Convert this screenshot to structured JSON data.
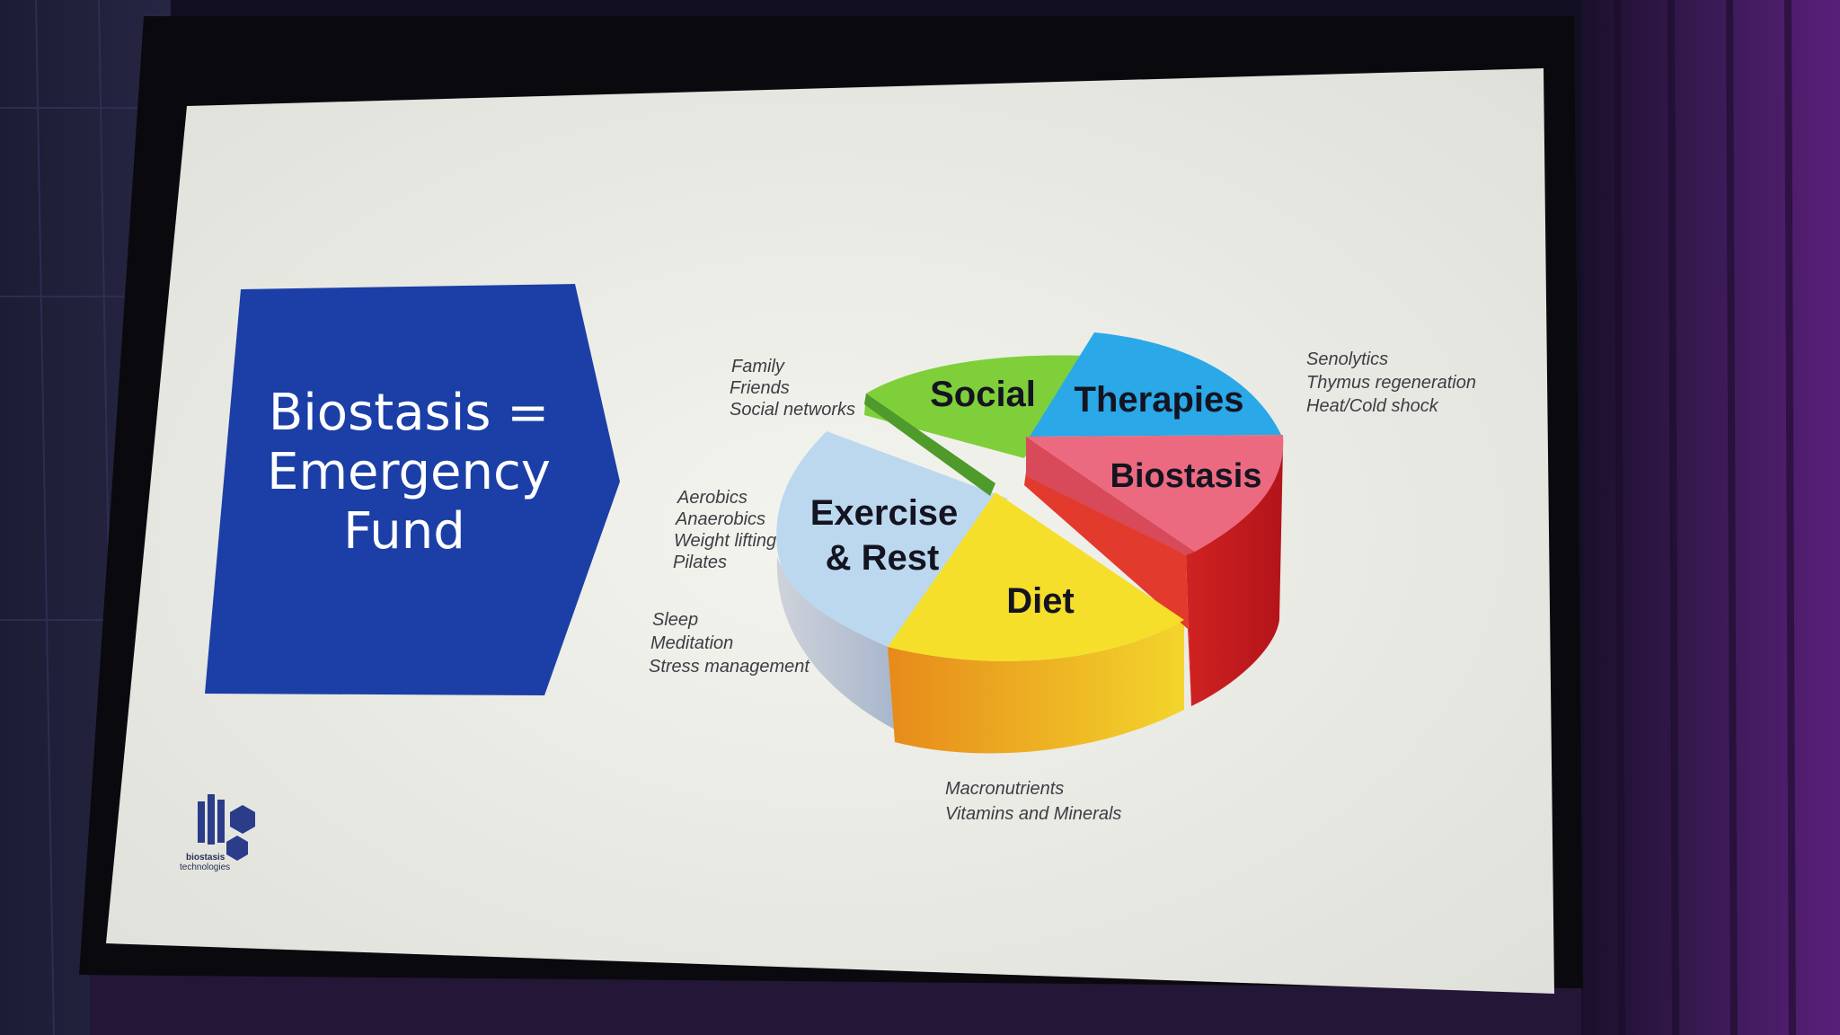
{
  "slide": {
    "headline": [
      "Biostasis =",
      "Emergency",
      "Fund"
    ],
    "logo": {
      "name": "biostasis",
      "tagline": "technologies"
    }
  },
  "pie": {
    "segments": [
      {
        "label": "Social",
        "color": "#7fcf3a"
      },
      {
        "label": "Therapies",
        "color": "#2aa8e8"
      },
      {
        "label": "Biostasis",
        "color": "#ec5a76"
      },
      {
        "label": "Diet",
        "color": "#f5df2a"
      },
      {
        "label": "Exercise",
        "label2": "& Rest",
        "color": "#bcd8ef"
      }
    ],
    "annotations": {
      "social": [
        "Family",
        "Friends",
        "Social networks"
      ],
      "exercise": [
        "Aerobics",
        "Anaerobics",
        "Weight lifting",
        "Pilates"
      ],
      "rest": [
        "Sleep",
        "Meditation",
        "Stress management"
      ],
      "therapies": [
        "Senolytics",
        "Thymus regeneration",
        "Heat/Cold shock"
      ],
      "diet": [
        "Macronutrients",
        "Vitamins and Minerals"
      ]
    }
  },
  "colors": {
    "arrow_blue": "#1b3fa6",
    "slide_bg": "#ebece6",
    "room_bg": "#120f22"
  }
}
